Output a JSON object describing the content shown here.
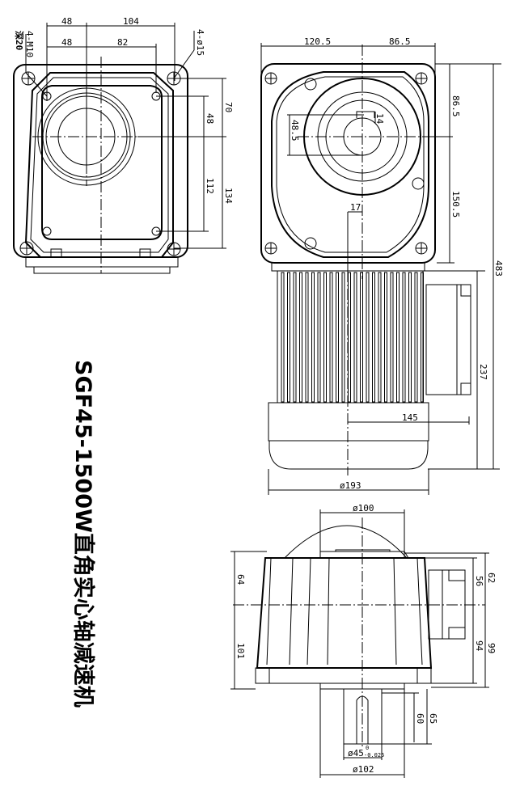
{
  "title": "SGF45-1500W直角实心轴减速机",
  "front_view": {
    "dims": [
      "48",
      "104",
      "48",
      "82",
      "70",
      "48",
      "112",
      "134"
    ],
    "hole_label": "4-M10",
    "depth_label": "深20",
    "mount_hole_label": "4-ø15"
  },
  "side_view": {
    "dims": [
      "120.5",
      "86.5",
      "86.5",
      "150.5",
      "48.5",
      "14",
      "17",
      "483",
      "237",
      "145",
      "ø193"
    ]
  },
  "bottom_view": {
    "dims": [
      "ø100",
      "64",
      "101",
      "62",
      "56",
      "94",
      "99",
      "60",
      "65",
      "ø102"
    ],
    "shaft_dia": "ø45",
    "tol_upper": "0",
    "tol_lower": "-0.025"
  }
}
